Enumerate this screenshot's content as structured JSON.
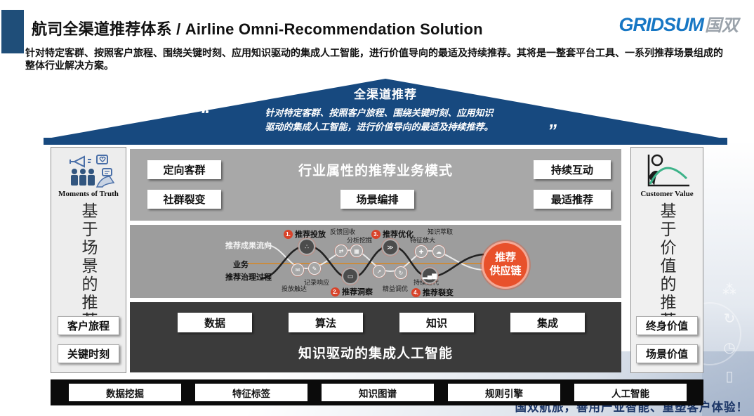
{
  "header": {
    "title": "航司全渠道推荐体系 / Airline Omni-Recommendation Solution",
    "subtitle": "针对特定客群、按照客户旅程、围绕关键时刻、应用知识驱动的集成人工智能，进行价值导向的最适及持续推荐。其将是一整套平台工具、一系列推荐场景组成的整体行业解决方案。",
    "logo_en": "GRIDSUM",
    "logo_cn": "国双"
  },
  "roof": {
    "title": "全渠道推荐",
    "quote_line1": "针对特定客群、按照客户旅程、围绕关键时刻、应用知识",
    "quote_line2": "驱动的集成人工智能，进行价值导向的最适及持续推荐。",
    "open_quote": "“",
    "close_quote": "”"
  },
  "left_panel": {
    "icon_label": "Moments of Truth",
    "vertical_title": "基于场景的推荐",
    "boxes": [
      "客户旅程",
      "关键时刻"
    ]
  },
  "right_panel": {
    "icon_label": "Customer Value",
    "vertical_title": "基于价值的推荐",
    "boxes": [
      "终身价值",
      "场景价值"
    ]
  },
  "business_band": {
    "title": "行业属性的推荐业务模式",
    "box_top_left": "定向客群",
    "box_bottom_left": "社群裂变",
    "box_bottom_center": "场景编排",
    "box_top_right": "持续互动",
    "box_bottom_right": "最适推荐"
  },
  "journey_band": {
    "flow_label": "推荐成果流向",
    "business_label": "业务",
    "governance_label": "推荐治理过程",
    "milestones": [
      {
        "num": "1.",
        "label": "推荐投放"
      },
      {
        "num": "2.",
        "label": "推荐洞察"
      },
      {
        "num": "3.",
        "label": "推荐优化"
      },
      {
        "num": "4.",
        "label": "推荐裂变"
      }
    ],
    "steps": [
      "投放触达",
      "记录响应",
      "反馈回收",
      "分析挖掘",
      "精益调优",
      "持续迭代",
      "特征放大",
      "知识萃取"
    ],
    "supply_chain_line1": "推荐",
    "supply_chain_line2": "供应链"
  },
  "ai_band": {
    "title": "知识驱动的集成人工智能",
    "boxes": [
      "数据",
      "算法",
      "知识",
      "集成"
    ]
  },
  "tech_bar": {
    "boxes": [
      "数据挖掘",
      "特征标签",
      "知识图谱",
      "规则引擎",
      "人工智能"
    ]
  },
  "slogan": "国双航旅，善用产业智能、重塑客户体验！",
  "colors": {
    "roof_blue": "#17497F",
    "accent_blue": "#1F4E79",
    "logo_blue": "#1777C4",
    "band_gray": "#A8A8A8",
    "wave_gray": "#9D9D9D",
    "dark_band": "#3B3B3B",
    "tech_bar_black": "#0B0B0B",
    "supply_orange": "#E8512B",
    "milestone_red": "#D8432A",
    "business_line_orange": "#C98C3F",
    "slogan_navy": "#1C3667",
    "value_curve_green": "#3DB389"
  }
}
